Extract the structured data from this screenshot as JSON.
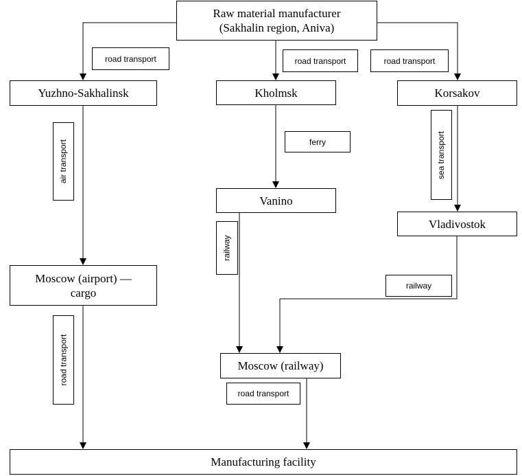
{
  "nodes": {
    "manufacturer": {
      "line1": "Raw material manufacturer",
      "line2": "(Sakhalin region, Aniva)"
    },
    "yuzhno": "Yuzhno-Sakhalinsk",
    "kholmsk": "Kholmsk",
    "korsakov": "Korsakov",
    "vanino": "Vanino",
    "vladivostok": "Vladivostok",
    "moscow_airport": {
      "line1": "Moscow (airport) —",
      "line2": "cargo"
    },
    "moscow_railway": "Moscow (railway)",
    "facility": "Manufacturing facility"
  },
  "labels": {
    "road_yuzhno": "road transport",
    "road_kholmsk": "road transport",
    "road_korsakov": "road transport",
    "air": "air transport",
    "ferry": "ferry",
    "sea": "sea transport",
    "railway_vanino": "railway",
    "railway_vladivostok": "railway",
    "road_airport": "road transport",
    "road_railway": "road transport"
  }
}
